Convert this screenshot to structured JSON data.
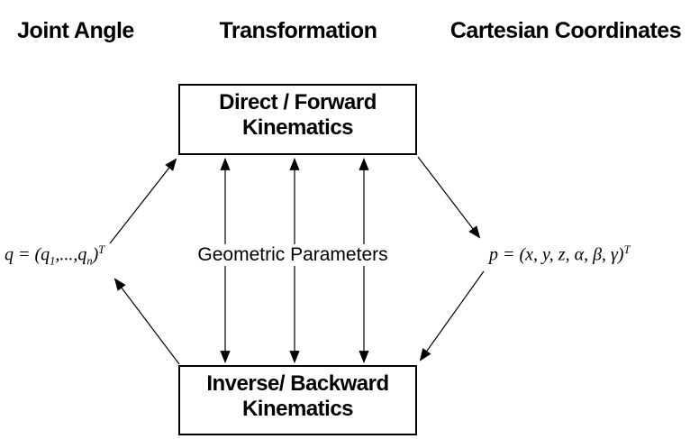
{
  "headers": {
    "left": "Joint Angle",
    "center": "Transformation",
    "right": "Cartesian Coordinates"
  },
  "boxes": {
    "forward": {
      "line1": "Direct / Forward",
      "line2": "Kinematics"
    },
    "inverse": {
      "line1": "Inverse/ Backward",
      "line2": "Kinematics"
    }
  },
  "center_label": "Geometric Parameters",
  "formulas": {
    "joint_angle": {
      "p1": "q = (q",
      "s1": "1",
      "p2": ",...,q",
      "s2": "n",
      "p3": ")",
      "sup": "T"
    },
    "cartesian": {
      "body": "p = (x, y, z, α, β, γ)",
      "sup": "T"
    }
  },
  "arrows": {
    "geometric_double_arrow_count": 3,
    "q_to_forward": "up-right arrow into Direct/Forward box",
    "forward_to_p": "down-right arrow toward Cartesian formula",
    "p_to_inverse": "down-left arrow into Inverse/Backward box",
    "inverse_to_q": "up-left arrow toward Joint Angle formula"
  },
  "colors": {
    "background": "#ffffff",
    "line": "#000000",
    "text": "#000000"
  }
}
